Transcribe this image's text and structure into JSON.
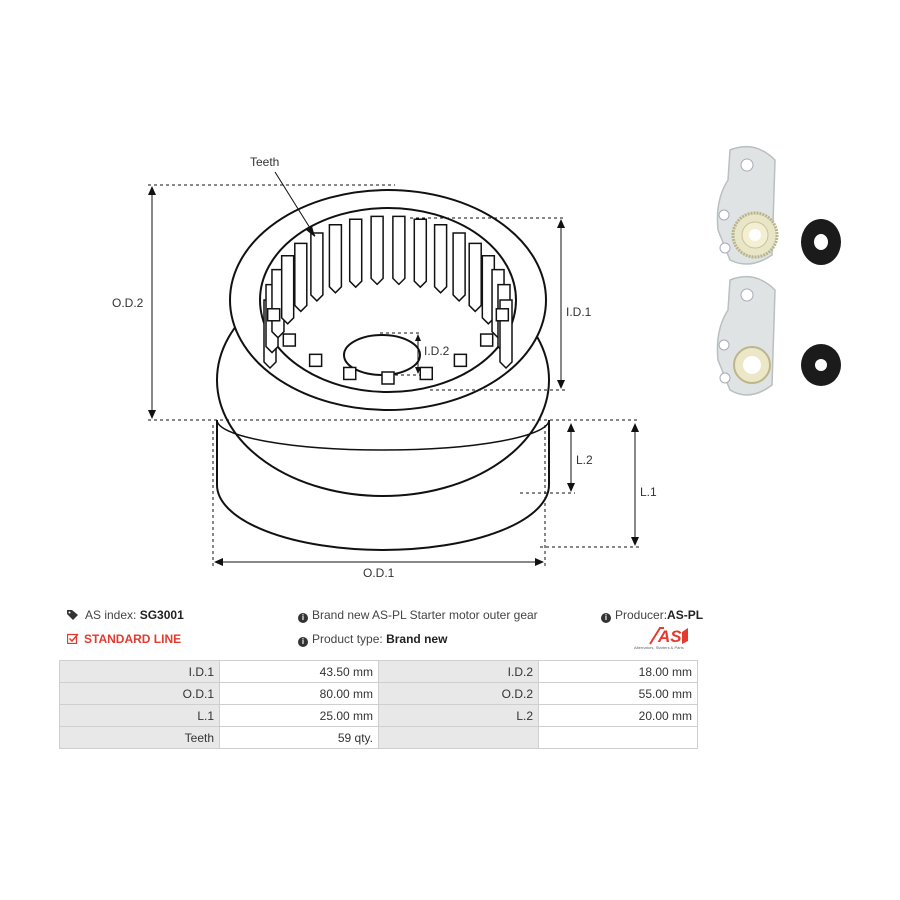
{
  "drawing": {
    "labels": {
      "teeth": "Teeth",
      "od2": "O.D.2",
      "id1": "I.D.1",
      "id2": "I.D.2",
      "l2": "L.2",
      "l1": "L.1",
      "od1": "O.D.1"
    }
  },
  "info": {
    "as_index_label": "AS index:",
    "as_index_value": "SG3001",
    "standard_line": "STANDARD LINE",
    "description": "Brand new AS-PL Starter motor outer gear",
    "product_type_label": "Product type:",
    "product_type_value": "Brand new",
    "producer_label": "Producer:",
    "producer_value": "AS-PL"
  },
  "logo": {
    "text": "AS",
    "tagline": "Alternators, Starters & Parts"
  },
  "specs": [
    {
      "l1": "I.D.1",
      "v1": "43.50 mm",
      "l2": "I.D.2",
      "v2": "18.00 mm"
    },
    {
      "l1": "O.D.1",
      "v1": "80.00 mm",
      "l2": "O.D.2",
      "v2": "55.00 mm"
    },
    {
      "l1": "L.1",
      "v1": "25.00 mm",
      "l2": "L.2",
      "v2": "20.00 mm"
    },
    {
      "l1": "Teeth",
      "v1": "59 qty.",
      "l2": "",
      "v2": ""
    }
  ],
  "colors": {
    "accent": "#e33b2e",
    "label_cell": "#e8e8e8",
    "border": "#cfcfcf"
  }
}
